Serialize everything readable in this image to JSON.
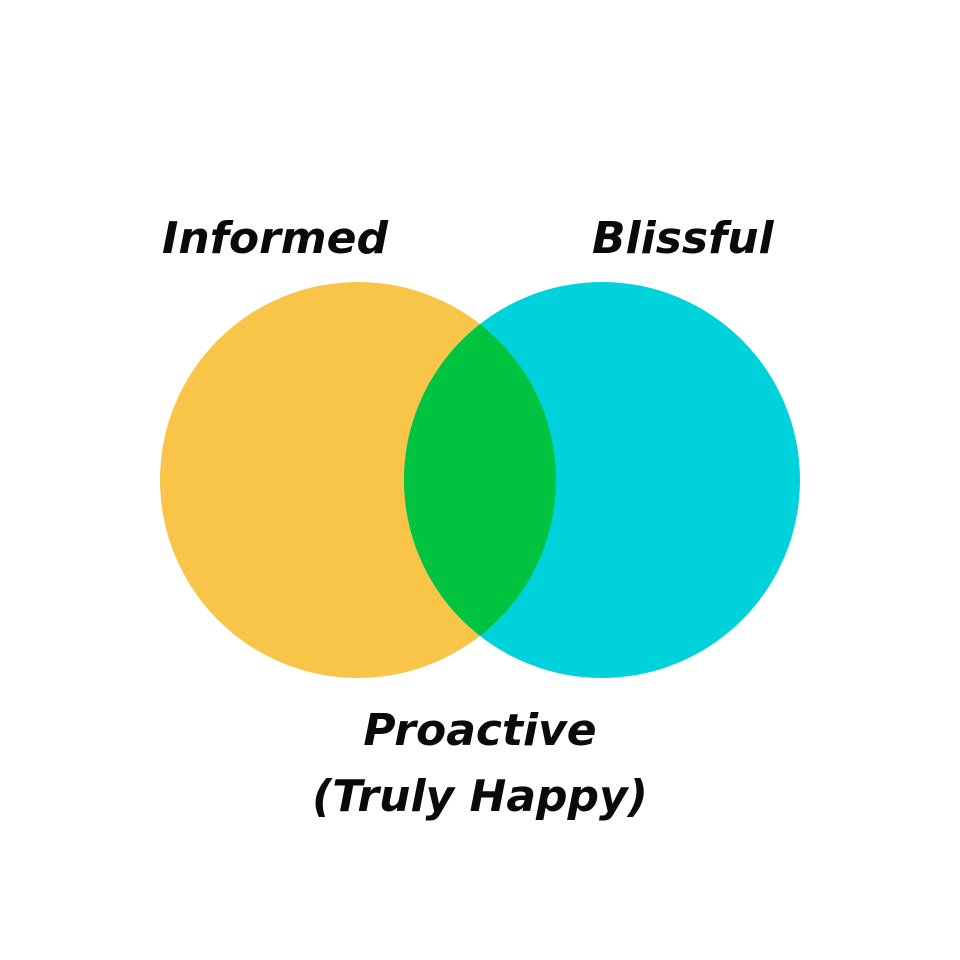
{
  "diagram": {
    "type": "venn",
    "sets": [
      {
        "label": "Informed",
        "color": "#F8C548"
      },
      {
        "label": "Blissful",
        "color": "#00D2DB"
      }
    ],
    "intersection": {
      "label_line1": "Proactive",
      "label_line2": "(Truly Happy)",
      "color": "#00C43F"
    },
    "background": "#FFFFFF",
    "text_color": "#0A0A0A"
  }
}
